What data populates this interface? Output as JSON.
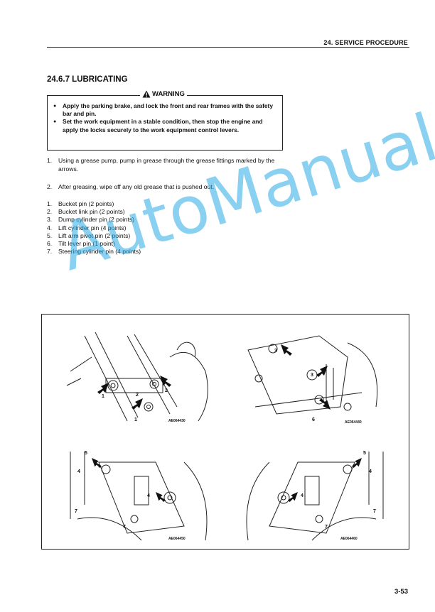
{
  "header": {
    "section": "24. SERVICE PROCEDURE"
  },
  "section_title": "24.6.7 LUBRICATING",
  "warning": {
    "title": "WARNING",
    "icon": "warning-triangle",
    "items": [
      "Apply the parking brake, and lock the front and rear frames with the safety bar and pin.",
      "Set the work equipment in a stable condition, then stop the engine and apply the locks securely to the work equipment control levers."
    ]
  },
  "steps": [
    {
      "num": "1.",
      "text": "Using a grease pump, pump in grease through the grease fittings marked by the arrows."
    },
    {
      "num": "2.",
      "text": "After greasing, wipe off any old grease that is pushed out."
    }
  ],
  "points": [
    {
      "num": "1.",
      "text": "Bucket pin (2 points)"
    },
    {
      "num": "2.",
      "text": "Bucket link pin (2 points)"
    },
    {
      "num": "3.",
      "text": "Dump cylinder pin (2 points)"
    },
    {
      "num": "4.",
      "text": "Lift cylinder pin (4 points)"
    },
    {
      "num": "5.",
      "text": "Lift arm pivot pin (2 points)"
    },
    {
      "num": "6.",
      "text": "Tilt lever pin (1 point)"
    },
    {
      "num": "7.",
      "text": "Steering cylinder pin (4 points)"
    }
  ],
  "figures": [
    {
      "code": "AE064430",
      "callouts": [
        "1",
        "2",
        "2",
        "1"
      ]
    },
    {
      "code": "AE064440",
      "callouts": [
        "3",
        "3",
        "6"
      ]
    },
    {
      "code": "AE064450",
      "callouts": [
        "5",
        "4",
        "4",
        "7",
        "7"
      ]
    },
    {
      "code": "AE064460",
      "callouts": [
        "5",
        "4",
        "4",
        "7",
        "7"
      ]
    }
  ],
  "watermark": "AutoManual",
  "page_number": "3-53",
  "colors": {
    "watermark": "#28aae6",
    "ink": "#111111"
  }
}
